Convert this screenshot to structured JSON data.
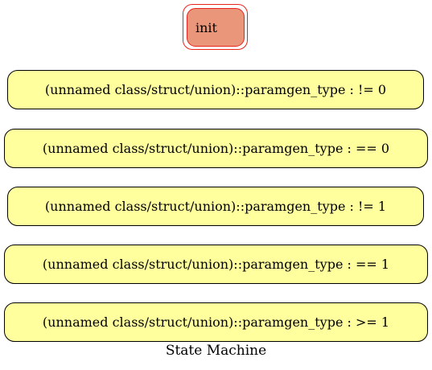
{
  "diagram": {
    "caption": "State Machine",
    "init_state": {
      "label": "init",
      "fill_color": "#ea967a",
      "border_color": "#e8241c"
    },
    "states": [
      {
        "label": "(unnamed class/struct/union)::paramgen_type : != 0"
      },
      {
        "label": "(unnamed class/struct/union)::paramgen_type : == 0"
      },
      {
        "label": "(unnamed class/struct/union)::paramgen_type : != 1"
      },
      {
        "label": "(unnamed class/struct/union)::paramgen_type : == 1"
      },
      {
        "label": "(unnamed class/struct/union)::paramgen_type : >= 1"
      }
    ],
    "state_fill_color": "#ffff9e"
  }
}
